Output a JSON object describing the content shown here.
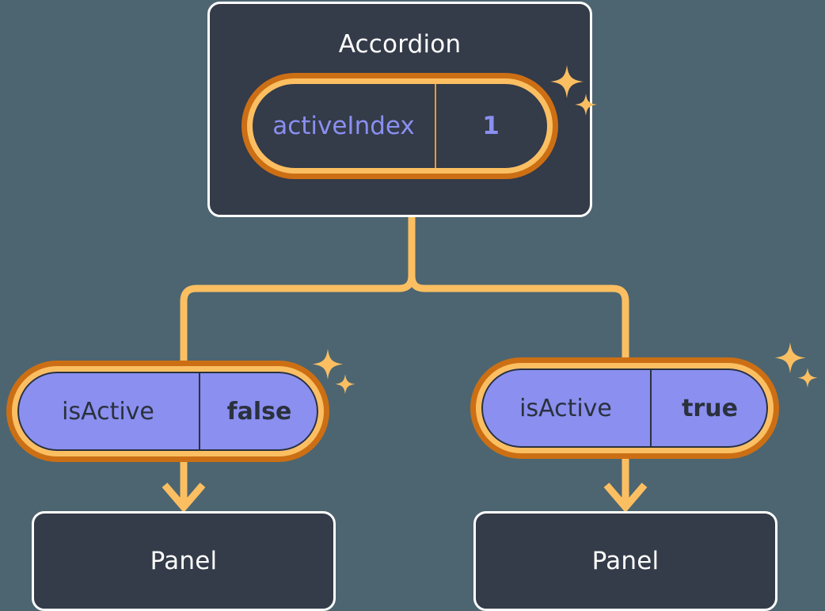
{
  "theme": {
    "background": "#4d6570",
    "card_bg": "#343b49",
    "card_border": "#ffffff",
    "pill_ring_inner": "#fbbf62",
    "pill_ring_outer": "#cc6f14",
    "pill_purple": "#8a8ff0",
    "text_light": "#ffffff",
    "text_dark": "#2b313d",
    "accent_value": "#8a8ff0",
    "connector": "#fbbf62"
  },
  "diagram": {
    "type": "component-tree",
    "root": {
      "title": "Accordion",
      "prop": {
        "key": "activeIndex",
        "value": "1",
        "highlighted": true
      },
      "sparkles": "sparkle-icon"
    },
    "children": [
      {
        "prop": {
          "key": "isActive",
          "value": "false",
          "highlighted": true
        },
        "sparkles": "sparkle-icon",
        "child": {
          "title": "Panel"
        }
      },
      {
        "prop": {
          "key": "isActive",
          "value": "true",
          "highlighted": true
        },
        "sparkles": "sparkle-icon",
        "child": {
          "title": "Panel"
        }
      }
    ]
  }
}
